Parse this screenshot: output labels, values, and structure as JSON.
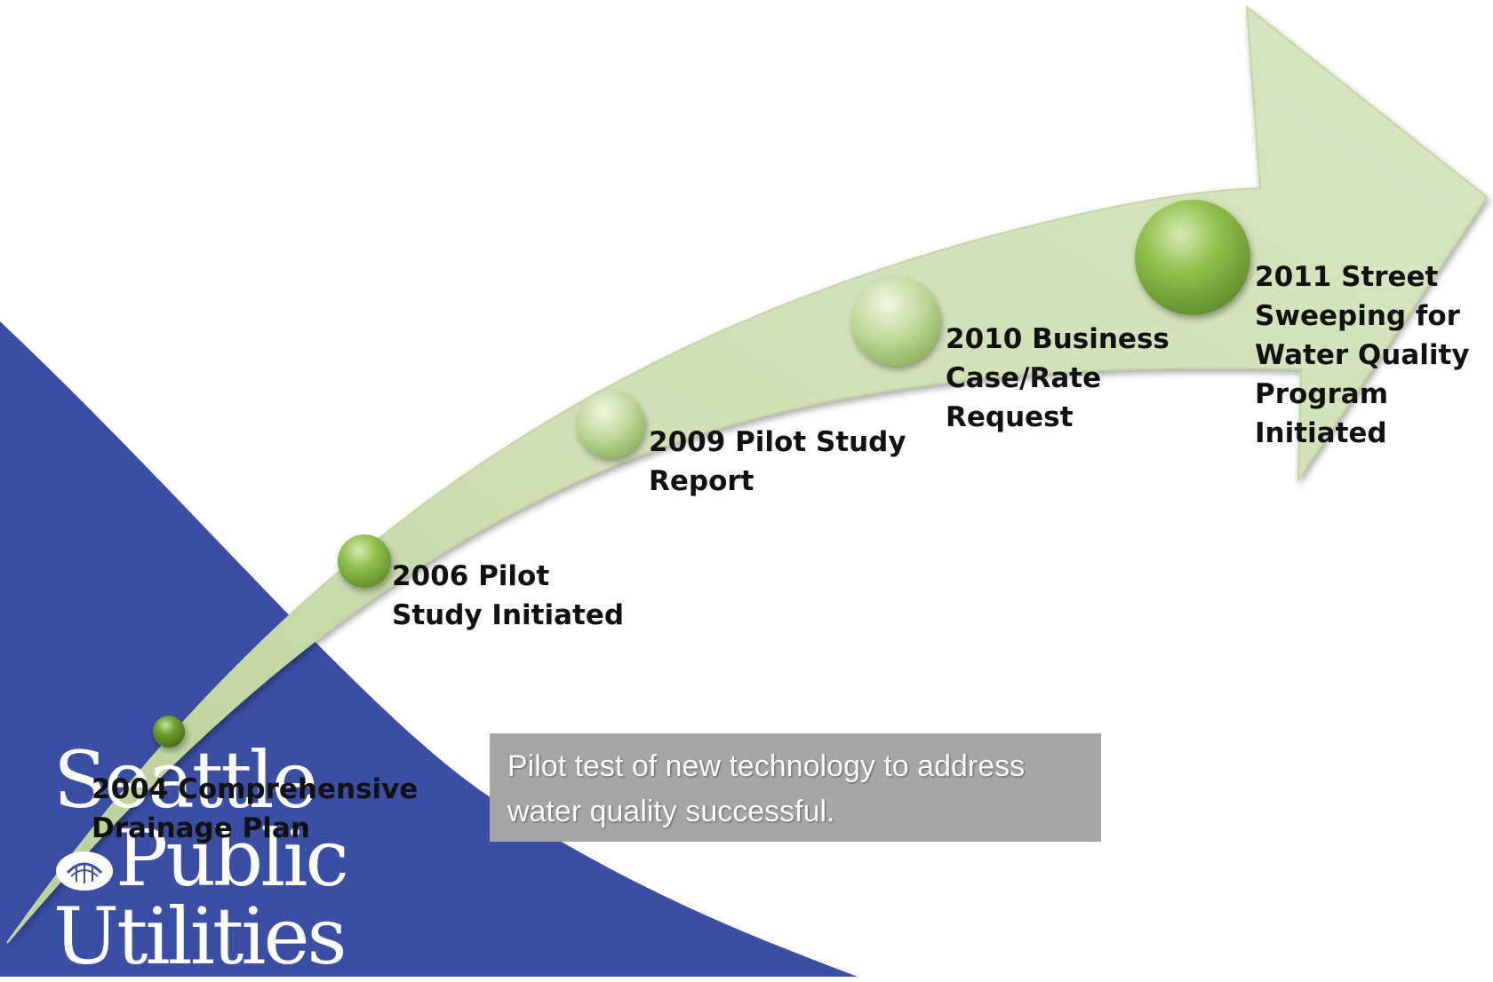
{
  "logo": {
    "word_1": "Seattle",
    "word_2": "Public",
    "word_3": "Utilities"
  },
  "milestones": [
    {
      "label": "2004 Comprehensive\nDrainage Plan"
    },
    {
      "label": "2006 Pilot\nStudy Initiated"
    },
    {
      "label": "2009 Pilot Study\nReport"
    },
    {
      "label": "2010 Business\nCase/Rate\nRequest"
    },
    {
      "label": "2011 Street\nSweeping for\nWater Quality\nProgram\nInitiated"
    }
  ],
  "callout": {
    "text": "Pilot test of new technology to address water quality successful."
  },
  "colors": {
    "background_blue": "#3a4ea3",
    "arrow_fill": "#cfdfb4",
    "node_green": "#7fae3e",
    "callout_gray": "#a6a6a6"
  }
}
